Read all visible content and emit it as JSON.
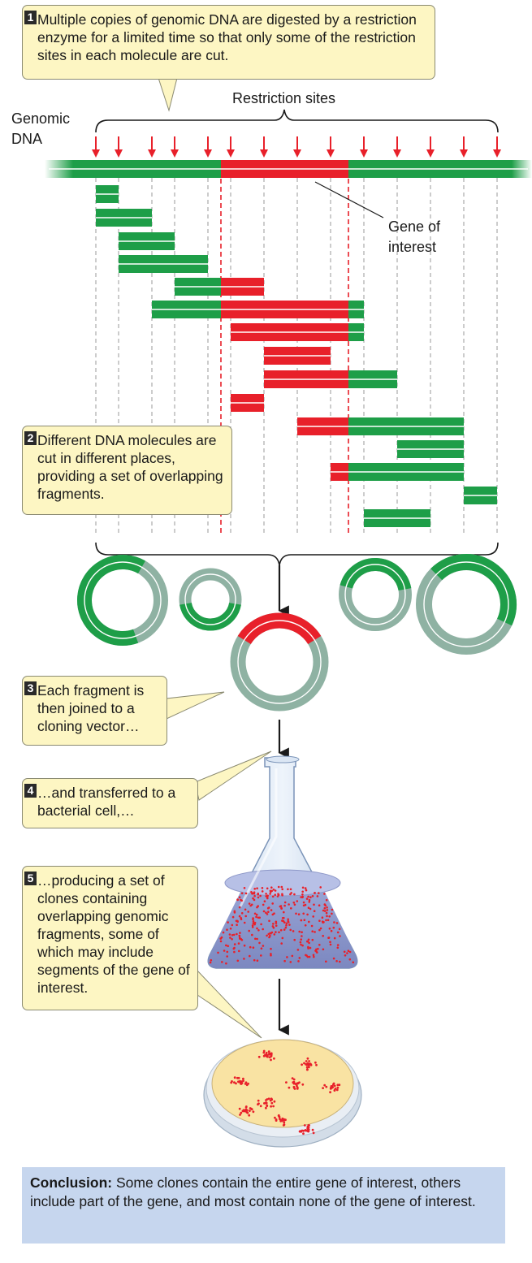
{
  "steps": [
    {
      "num": "1",
      "text": "Multiple copies of genomic DNA are digested by a restriction enzyme for a limited time so that only some of the restriction sites in each molecule are cut."
    },
    {
      "num": "2",
      "text": "Different DNA molecules are cut in different places, providing a set of overlapping fragments."
    },
    {
      "num": "3",
      "text": "Each fragment is then joined to a cloning vector…"
    },
    {
      "num": "4",
      "text": "…and transferred to a bacterial cell,…"
    },
    {
      "num": "5",
      "text": "…producing a set of clones containing overlapping genomic fragments, some of which may include segments of the gene of interest."
    }
  ],
  "labels": {
    "restriction_sites": "Restriction sites",
    "genomic_dna_line1": "Genomic",
    "genomic_dna_line2": "DNA",
    "gene_line1": "Gene of",
    "gene_line2": "interest"
  },
  "conclusion": {
    "label": "Conclusion:",
    "text": " Some clones contain the entire gene of interest, others include part of the gene, and most contain none of the gene of interest."
  },
  "colors": {
    "dna_green": "#1e9e48",
    "gene_red": "#e8202a",
    "vector_gray": "#8fb2a3",
    "callout_fill": "#fdf6c3",
    "conclusion_fill": "#c6d6ee"
  }
}
